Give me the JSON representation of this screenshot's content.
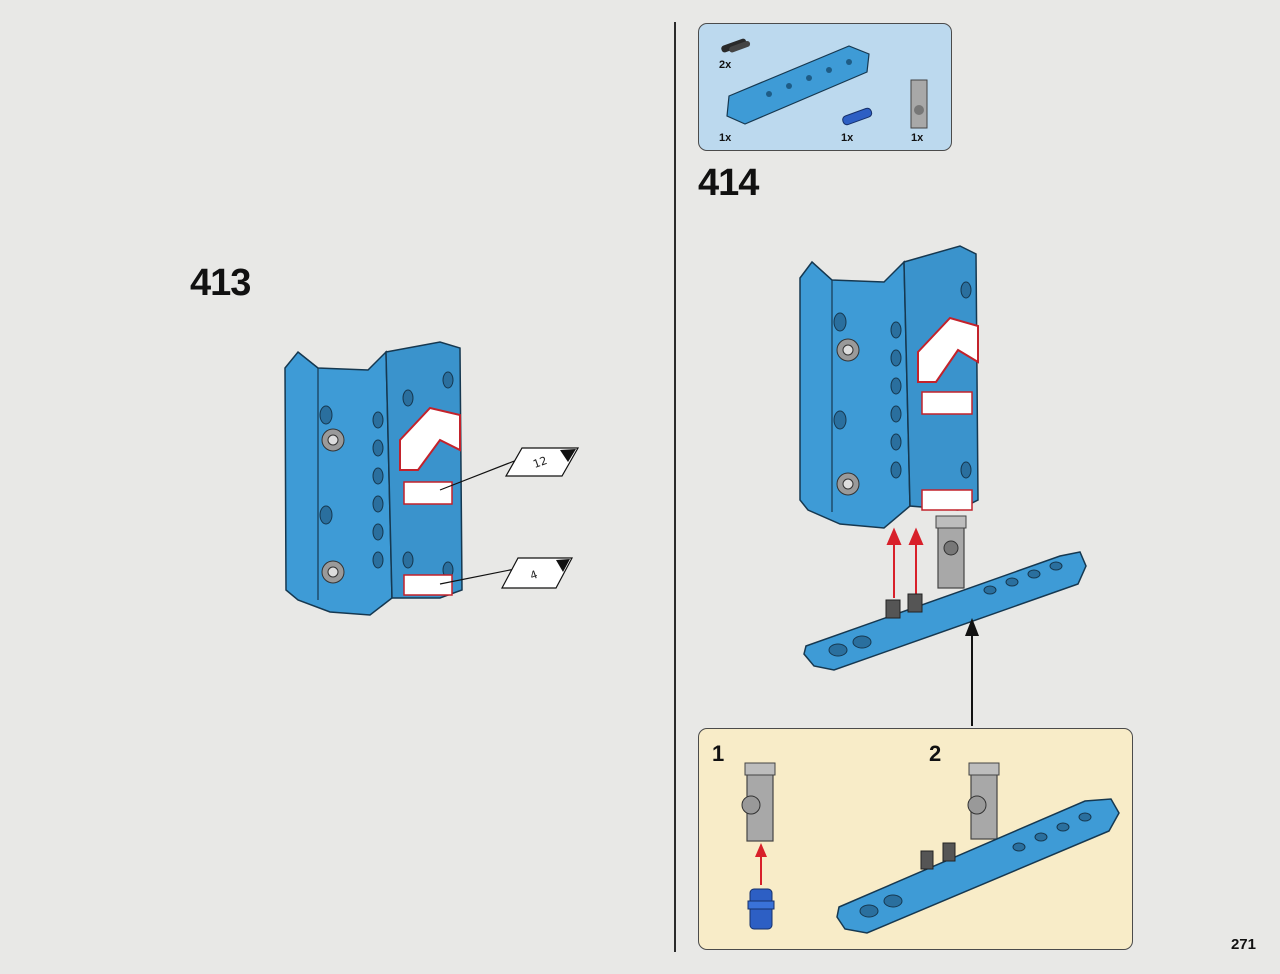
{
  "steps": {
    "step_413": {
      "number": "413",
      "stickers": [
        "12",
        "4"
      ]
    },
    "step_414": {
      "number": "414",
      "parts": [
        {
          "qty": "2x",
          "part": "black-connector-pin"
        },
        {
          "qty": "1x",
          "part": "blue-panel-beam"
        },
        {
          "qty": "1x",
          "part": "blue-axle-pin"
        },
        {
          "qty": "1x",
          "part": "grey-connector"
        }
      ],
      "substeps": [
        "1",
        "2"
      ]
    }
  },
  "page": {
    "number": "271"
  },
  "colors": {
    "background": "#e8e8e6",
    "part_blue": "#3e9bd6",
    "parts_box": "#bcd9ee",
    "substep_box": "#f8ecc8",
    "arrow_red": "#d8202a"
  }
}
